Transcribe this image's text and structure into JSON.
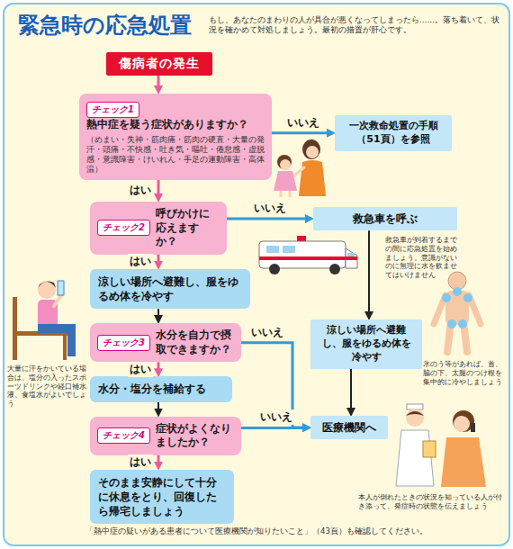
{
  "diagram": {
    "title": "緊急時の応急処置",
    "caption": "「熱中症の疑いがある患者について医療機関が知りたいこと」（43頁）も確認してください。",
    "nodes": [
      {
        "text": [
          "傷病者の発生"
        ]
      },
      {
        "text": [
          "チェック1",
          "熱中症を疑う症状がありますか？",
          "（めまい・失神・筋肉痛・筋肉の硬直・大量の発汗・頭痛・不快感・吐き気・嘔吐・倦怠感・虚脱感・意識障害・けいれん・手足の運動障害・高体温）"
        ]
      },
      {
        "text": [
          "一次救命処置の手順（51頁）を参照"
        ]
      },
      {
        "text": [
          "チェック2",
          "呼びかけに応えますか？"
        ]
      },
      {
        "text": [
          "救急車を呼ぶ"
        ]
      },
      {
        "text": [
          "涼しい場所へ避難し、服をゆるめ体を冷やす"
        ]
      },
      {
        "text": [
          "チェック3",
          "水分を自力で摂取できますか？"
        ]
      },
      {
        "text": [
          "涼しい場所へ避難し、服をゆるめ体を冷やす"
        ]
      },
      {
        "text": [
          "水分・塩分を補給する"
        ]
      },
      {
        "text": [
          "チェック4",
          "症状がよくなりましたか？"
        ]
      },
      {
        "text": [
          "医療機関へ"
        ]
      },
      {
        "text": [
          "そのまま安静にして十分に休息をとり、回復したら帰宅しましょう"
        ]
      }
    ],
    "edges": [
      {
        "from": 0,
        "to": 1,
        "arrow": "to"
      },
      {
        "from": 1,
        "to": 2,
        "label": "いいえ",
        "arrow": "to"
      },
      {
        "from": 1,
        "to": 3,
        "label": "はい",
        "arrow": "to"
      },
      {
        "from": 3,
        "to": 4,
        "label": "いいえ",
        "arrow": "to"
      },
      {
        "from": 3,
        "to": 5,
        "label": "はい",
        "arrow": "to"
      },
      {
        "from": 4,
        "to": 7,
        "arrow": "to"
      },
      {
        "from": 5,
        "to": 6,
        "arrow": "to"
      },
      {
        "from": 6,
        "to": 10,
        "label": "いいえ",
        "arrow": "to"
      },
      {
        "from": 6,
        "to": 8,
        "label": "はい",
        "arrow": "to"
      },
      {
        "from": 8,
        "to": 9,
        "arrow": "to"
      },
      {
        "from": 9,
        "to": 10,
        "label": "いいえ",
        "arrow": "to"
      },
      {
        "from": 7,
        "to": 10,
        "arrow": "to"
      },
      {
        "from": 9,
        "to": 11,
        "label": "はい",
        "arrow": "to"
      }
    ],
    "labels": [
      "もし、あなたのまわりの人が具合が悪くなってしまったら……。落ち着いて、状況を確かめて対処しましょう。最初の措置が肝心です。",
      "救急車が到着するまでの間に応急処置を始めましょう。意識がないのに無理に水を飲ませてはいけません",
      "氷のう等があれば、首、脇の下、太腿のつけ根を集中的に冷やしましょう",
      "大量に汗をかいている場合は、塩分の入ったスポーツドリンクや経口補水液、食塩水がよいでしょう",
      "本人が倒れたときの状況を知っている人が付き添って、発症時の状態を伝えましょう"
    ]
  }
}
